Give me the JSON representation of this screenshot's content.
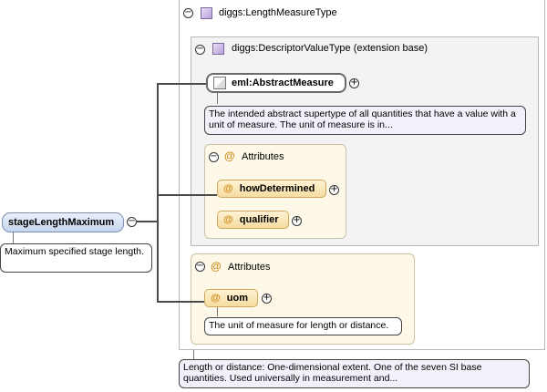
{
  "complex_type": {
    "name": "diggs:LengthMeasureType",
    "documentation": "Length or distance: One-dimensional extent. One of the seven SI base quantities. Used universally in measurement and..."
  },
  "extension": {
    "name": "diggs:DescriptorValueType (extension base)",
    "abstract_element": {
      "name": "eml:AbstractMeasure",
      "documentation": "The intended abstract supertype of all quantities that have a value with a unit of measure. The unit of measure is in..."
    },
    "attributes": {
      "label": "Attributes",
      "items": [
        "howDetermined",
        "qualifier"
      ]
    }
  },
  "attributes": {
    "label": "Attributes",
    "item": "uom",
    "documentation": "The unit of measure for length or distance."
  },
  "element": {
    "name": "stageLengthMaximum",
    "documentation": "Maximum specified stage length."
  },
  "symbols": {
    "collapse": "−",
    "expand": "+",
    "attribute": "@"
  },
  "colors": {
    "attribute_accent": "#d18a1a",
    "element_fill": "#c6d6ee",
    "type_icon": "#b9a2dc"
  }
}
